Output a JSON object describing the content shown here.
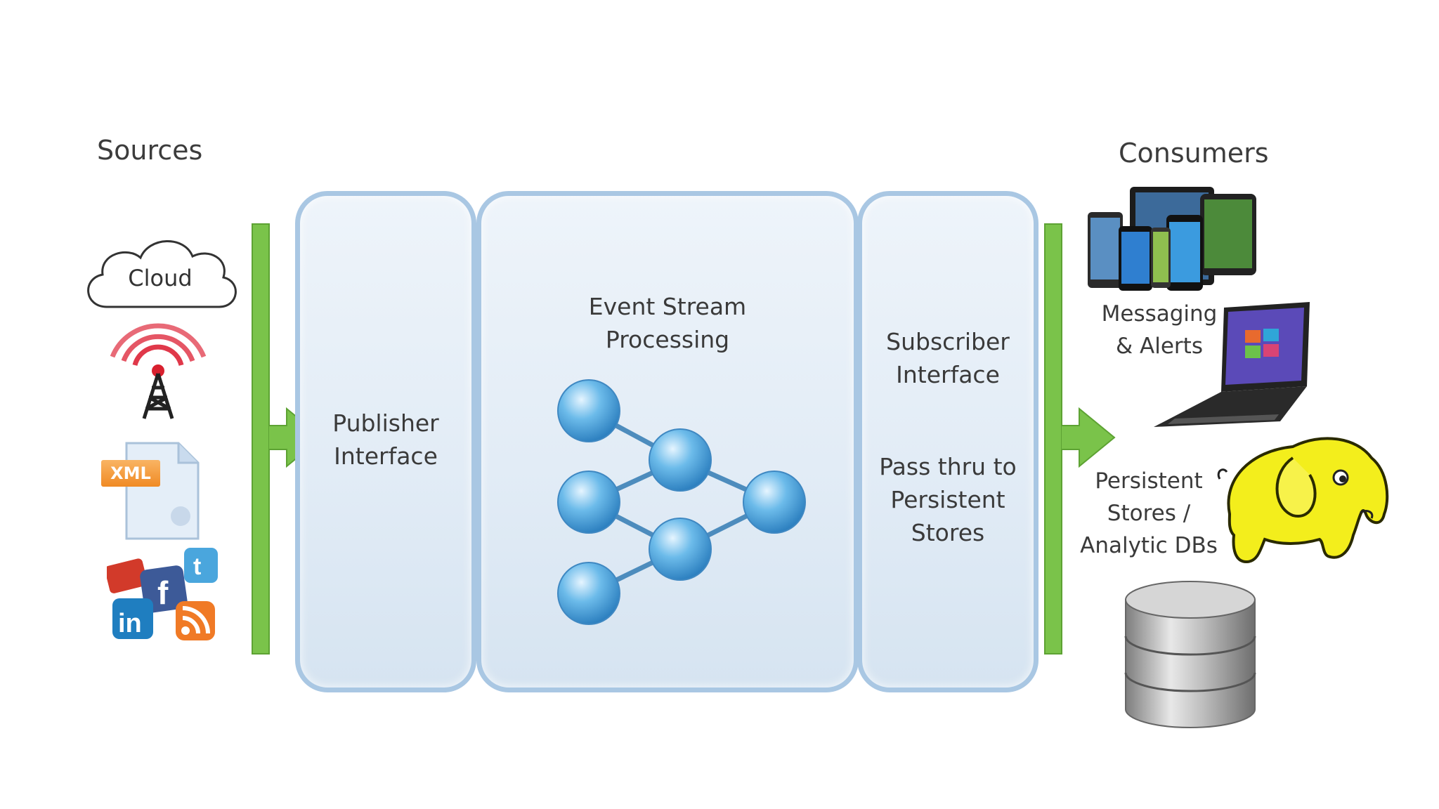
{
  "sources": {
    "heading": "Sources",
    "cloud_label": "Cloud",
    "xml_badge": "XML",
    "items": [
      "cloud-icon",
      "radio-tower-icon",
      "xml-file-icon",
      "social-media-icon"
    ]
  },
  "publisher": {
    "line1": "Publisher",
    "line2": "Interface"
  },
  "esp": {
    "line1": "Event Stream",
    "line2": "Processing"
  },
  "subscriber": {
    "line1": "Subscriber",
    "line2": "Interface",
    "pass1": "Pass thru to",
    "pass2": "Persistent",
    "pass3": "Stores"
  },
  "consumers": {
    "heading": "Consumers",
    "messaging1": "Messaging",
    "messaging2": "& Alerts",
    "persist1": "Persistent",
    "persist2": "Stores /",
    "persist3": "Analytic DBs"
  },
  "colors": {
    "panel_border": "#a9c7e3",
    "bar_green": "#7ac34a",
    "node_blue": "#5aaee0"
  }
}
